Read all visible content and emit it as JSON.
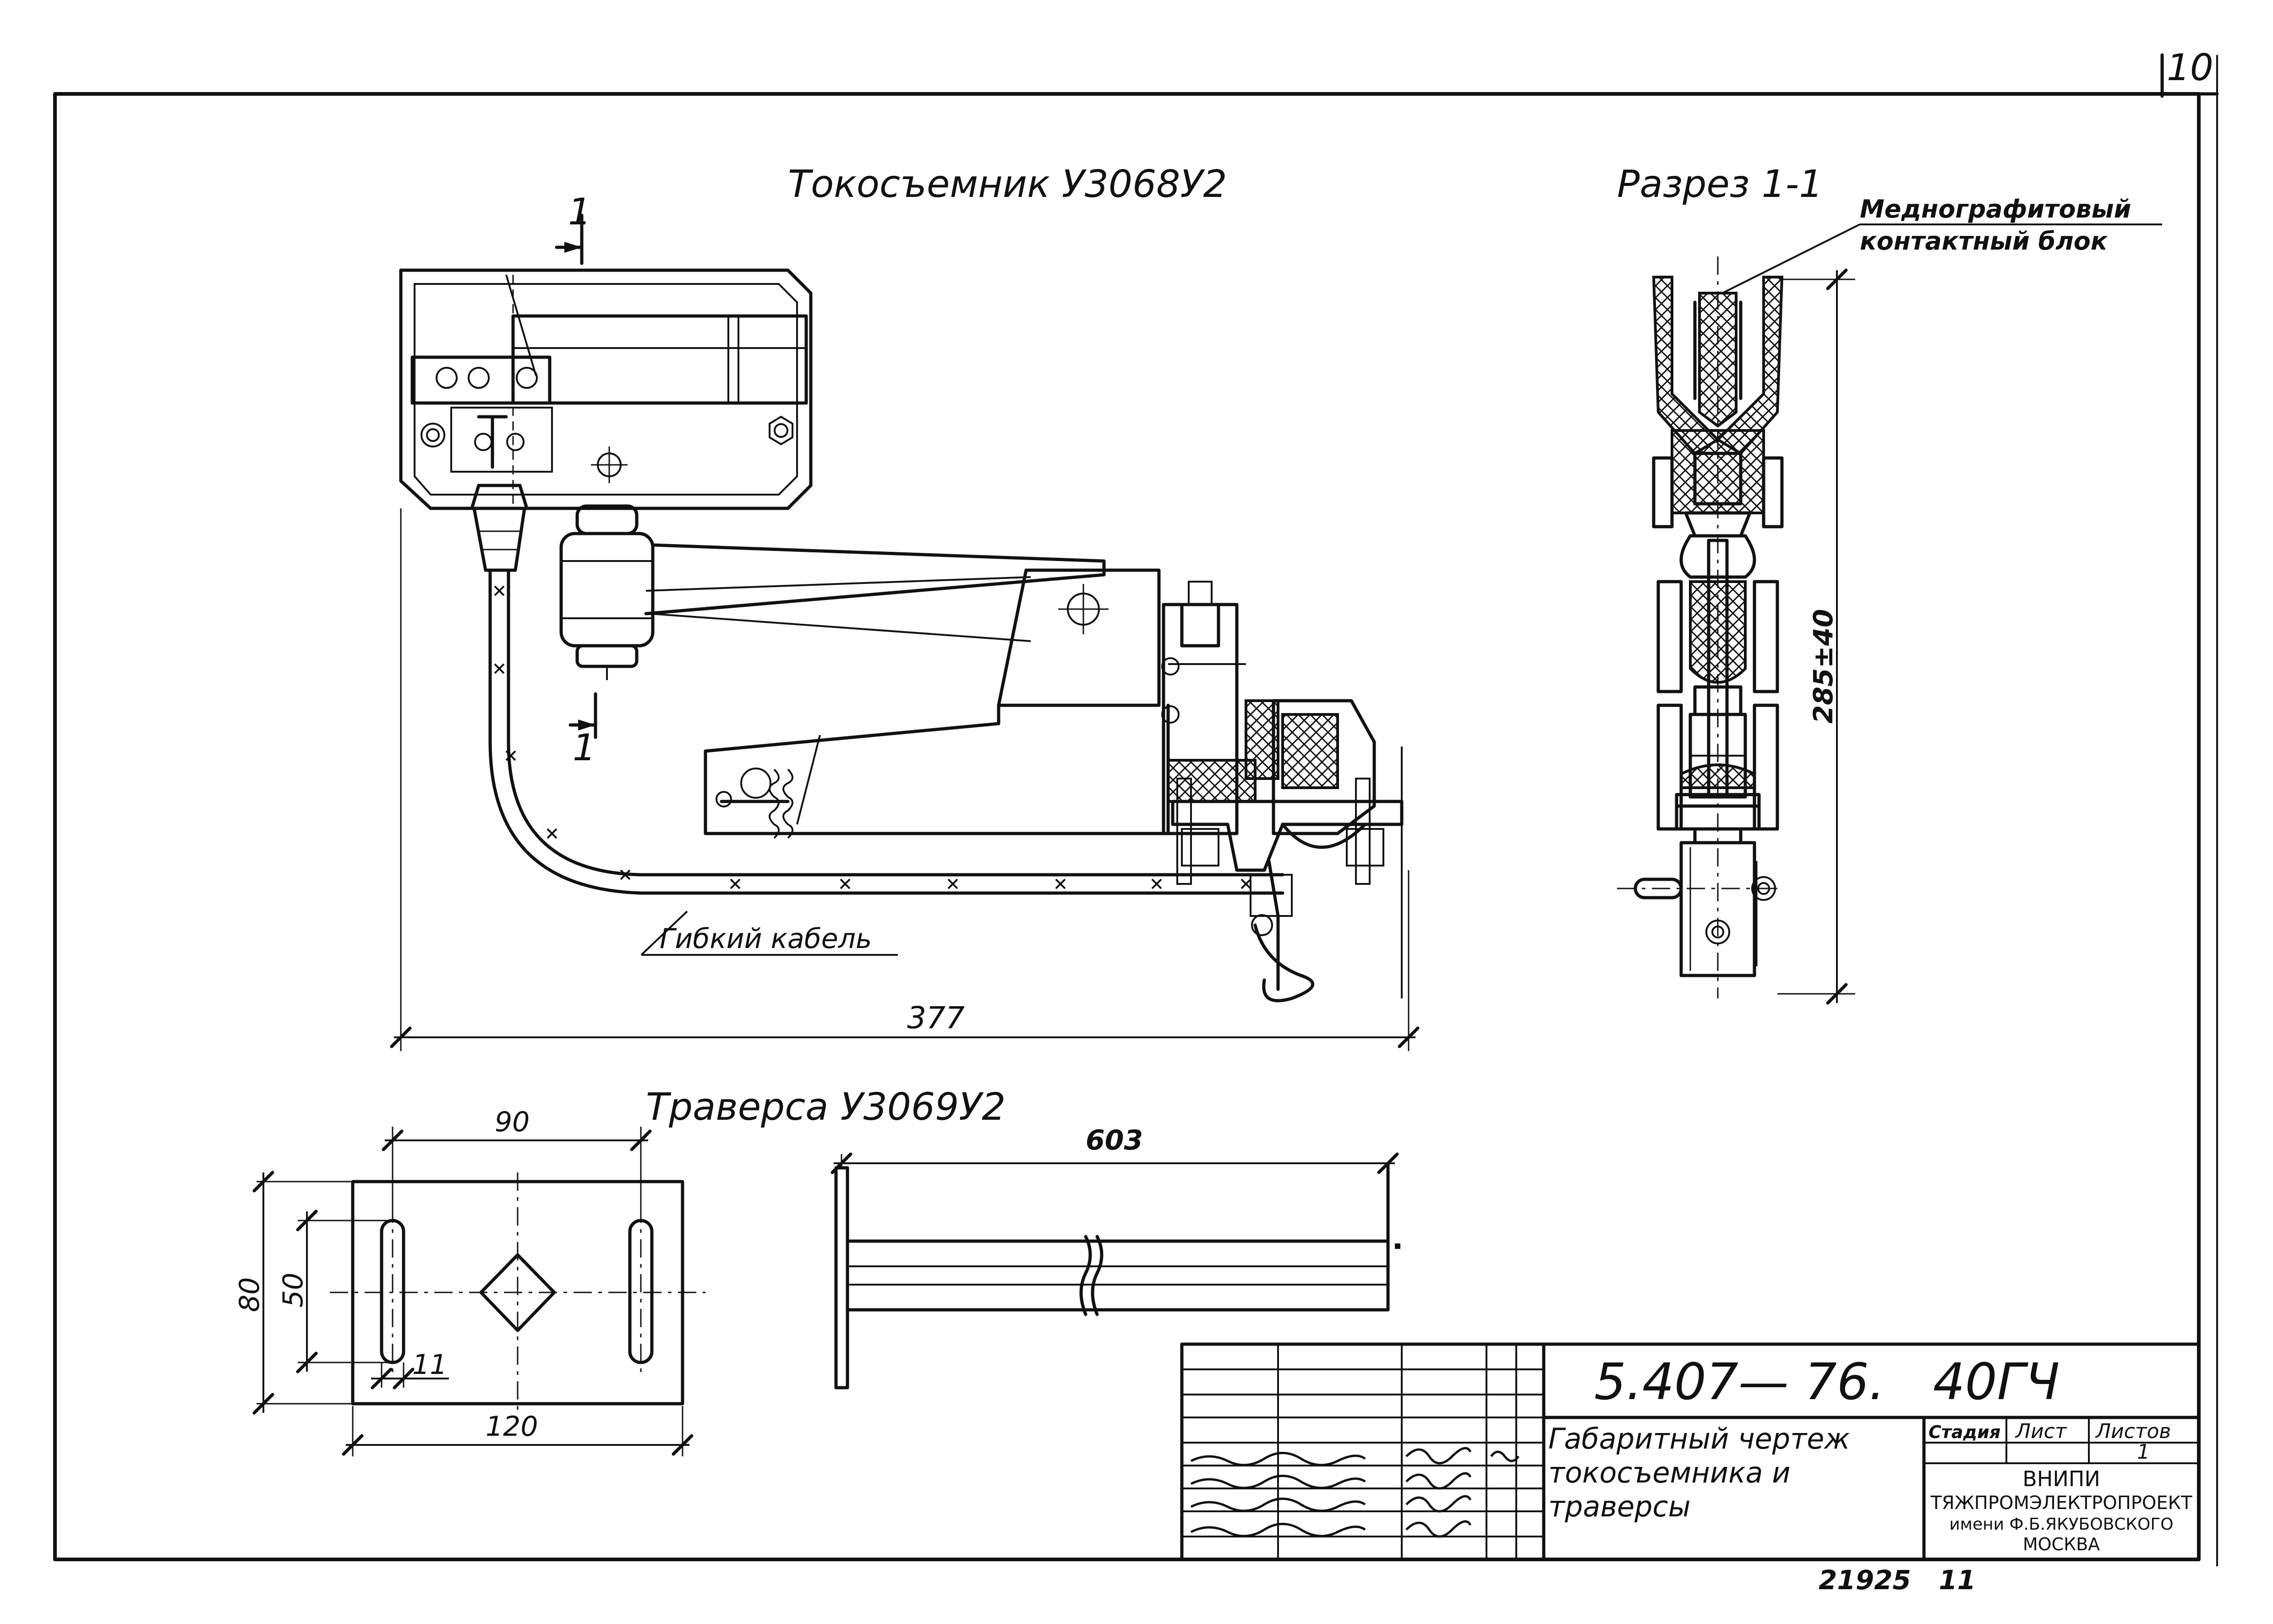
{
  "sheet": {
    "corner_number": "10",
    "stamp": "21925   11"
  },
  "collector": {
    "title": "Токосъемник У3068У2",
    "section_mark": "1",
    "cable_label": "Гибкий кабель",
    "dim_width": "377"
  },
  "section": {
    "title": "Разрез 1-1",
    "contact_label_line1": "Меднографитовый",
    "contact_label_line2": "контактный блок",
    "dim_height": "285±40"
  },
  "traverse": {
    "title": "Траверса У3069У2",
    "dim_hole_spacing": "90",
    "dim_plate_width": "120",
    "dim_plate_height": "80",
    "dim_slot_length": "50",
    "dim_slot_width": "11",
    "dim_length": "603"
  },
  "title_block": {
    "doc_number": "5.407— 76.   40ГЧ",
    "drawing_title": "Габаритный чертеж токосъемника и траверсы",
    "col_stage": "Стадия",
    "col_sheet": "Лист",
    "col_sheets": "Листов",
    "sheets_total": "1",
    "org_line1": "ВНИПИ",
    "org_line2": "ТЯЖПРОМЭЛЕКТРОПРОЕКТ",
    "org_line3": "имени Ф.Б.ЯКУБОВСКОГО",
    "org_line4": "МОСКВА"
  }
}
